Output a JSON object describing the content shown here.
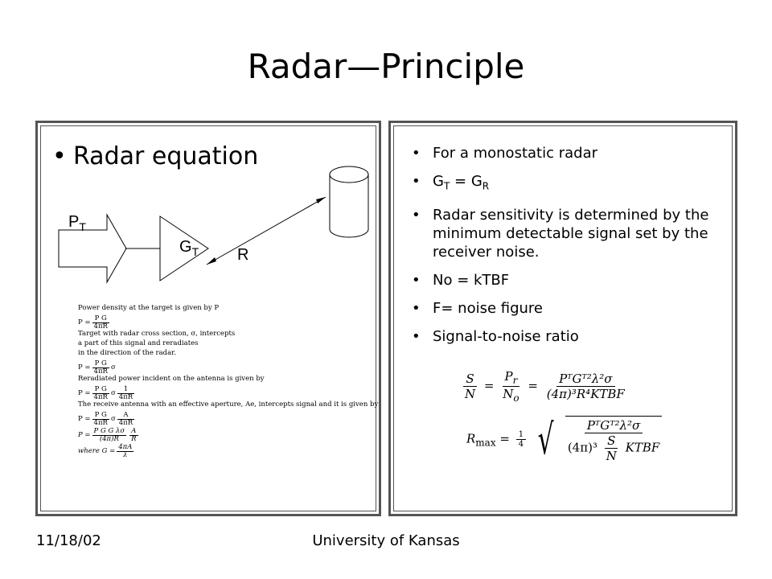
{
  "title": "Radar—Principle",
  "left": {
    "bullet": "•",
    "heading": "Radar equation",
    "diagram": {
      "pt_label": "P",
      "pt_sub": "T",
      "gt_label": "G",
      "gt_sub": "T",
      "r_label": "R"
    },
    "derivation": {
      "l1": "Power density at the target is given by P",
      "eq1_lhs": "P =",
      "eq1_num": "P G",
      "eq1_den": "4πR",
      "l2": "Target with radar cross section, σ, intercepts",
      "l3": "a part of this signal and reradiates",
      "l4": "in the direction of the radar.",
      "eq2_lhs": "P =",
      "eq2_num": "P G",
      "eq2_den": "4πR",
      "eq2_rhs": "σ",
      "l5": "Reradiated power incident on the antenna is given by",
      "eq3_lhs": "P =",
      "eq3_num1": "P G",
      "eq3_den1": "4πR",
      "eq3_mid": "σ",
      "eq3_num2": "1",
      "eq3_den2": "4πR",
      "l6": "The receive antenna with an effective aperture, Ae, intercepts signal and it is given by",
      "eq4_lhs": "P =",
      "eq4_num1": "P G",
      "eq4_den1": "4πR",
      "eq4_mid": "σ",
      "eq4_num2": "A",
      "eq4_den2": "4πR",
      "eq5_lhs": "P =",
      "eq5_num1": "P G G λσ",
      "eq5_den1": "(4π)R",
      "eq5_num2": "A",
      "eq5_den2": "R",
      "eq6_lhs": "where G =",
      "eq6_num": "4πA",
      "eq6_den": "λ"
    }
  },
  "right": {
    "bullet": "•",
    "items": [
      {
        "text": "For a monostatic radar"
      },
      {
        "g1": "G",
        "s1": "T",
        "mid": " = G",
        "s2": "R"
      },
      {
        "text": "Radar sensitivity is determined by the minimum detectable signal set by the receiver noise."
      },
      {
        "text": "No = kTBF"
      },
      {
        "text": "F= noise figure"
      },
      {
        "text": "Signal-to-noise ratio"
      }
    ],
    "snr": {
      "s": "S",
      "n": "N",
      "eq": "=",
      "pr": "P",
      "pr_sub": "r",
      "no": "N",
      "no_sub": "o",
      "num3": "PᵀGᵀ²λ²σ",
      "den3": "(4π)³R⁴KTBF"
    },
    "rmax": {
      "lhs": "R",
      "lhs_sub": "max",
      "eq": "=",
      "root_num": "1",
      "root_den": "4",
      "num_top": "PᵀGᵀ²λ²σ",
      "den_left": "(4π)³",
      "s": "S",
      "n": "N",
      "ktbf": "KTBF"
    }
  },
  "footer": {
    "date": "11/18/02",
    "center": "University of Kansas"
  }
}
